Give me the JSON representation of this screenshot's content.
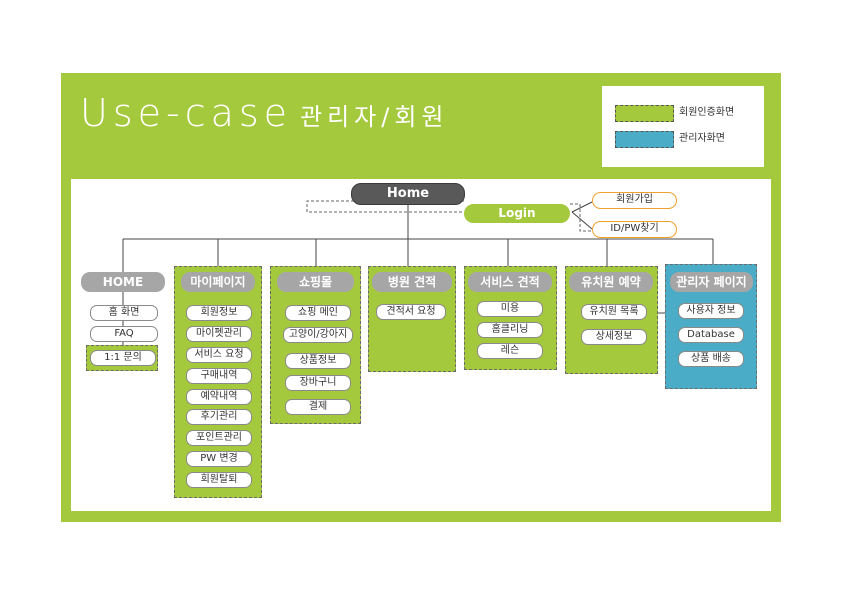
{
  "title": {
    "main": "Use-case",
    "sub": "관리자/회원"
  },
  "legend": [
    {
      "label": "회원인증화면",
      "color": "#a5c93d"
    },
    {
      "label": "관리자화면",
      "color": "#4aacc6"
    }
  ],
  "top": {
    "home": "Home",
    "login": "Login",
    "signup": "회원가입",
    "find": "ID/PW찾기"
  },
  "columns": [
    {
      "head": "HOME",
      "items": [
        "홈 화면",
        "FAQ",
        "1:1 문의"
      ]
    },
    {
      "head": "마이페이지",
      "items": [
        "회원정보",
        "마이펫관리",
        "서비스 요청",
        "구매내역",
        "예약내역",
        "후기관리",
        "포인트관리",
        "PW 변경",
        "회원탈퇴"
      ]
    },
    {
      "head": "쇼핑몰",
      "items": [
        "쇼핑 메인",
        "고양이/강아지",
        "상품정보",
        "장바구니",
        "결제"
      ]
    },
    {
      "head": "병원 견적",
      "items": [
        "견적서 요청"
      ]
    },
    {
      "head": "서비스 견적",
      "items": [
        "미용",
        "홈클리닝",
        "레슨"
      ]
    },
    {
      "head": "유치원 예약",
      "items": [
        "유치원 목록",
        "상세정보"
      ]
    },
    {
      "head": "관리자 페이지",
      "items": [
        "사용자 정보",
        "Database",
        "상품 배송"
      ]
    }
  ],
  "colors": {
    "green": "#a5c93d",
    "blue": "#4aacc6",
    "dark": "#595959",
    "orange": "#f0a030"
  }
}
